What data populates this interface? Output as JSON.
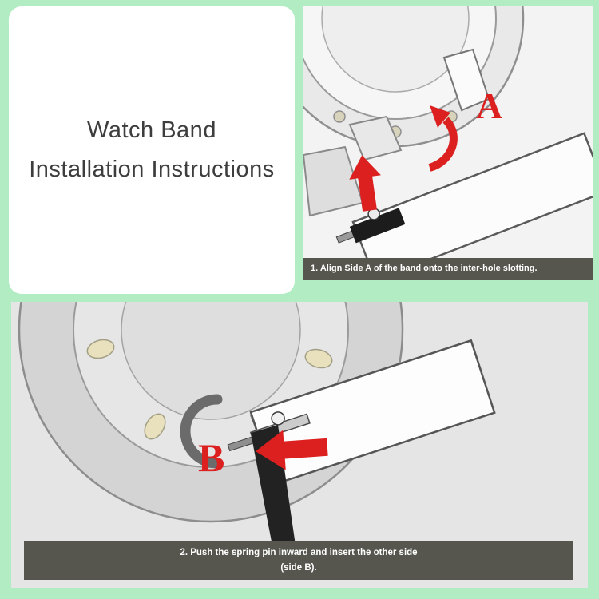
{
  "title_card": {
    "line1": "Watch Band",
    "line2": "Installation Instructions"
  },
  "steps": [
    {
      "label": "A",
      "caption": "1. Align Side A of the band onto the inter-hole slotting."
    },
    {
      "label": "B",
      "caption_line1": "2. Push the spring pin inward and insert the other side",
      "caption_line2": "(side B)."
    }
  ],
  "icons": {
    "step1": [
      "up-arrow-icon",
      "rotate-arrow-icon"
    ],
    "step2": [
      "left-arrow-icon"
    ]
  },
  "colors": {
    "background_mint": "#b1ecc3",
    "card_white": "#ffffff",
    "caption_bar": "#56564e",
    "caption_text": "#ffffff",
    "accent_red": "#dc1f1f",
    "title_text": "#3d3d3d"
  }
}
